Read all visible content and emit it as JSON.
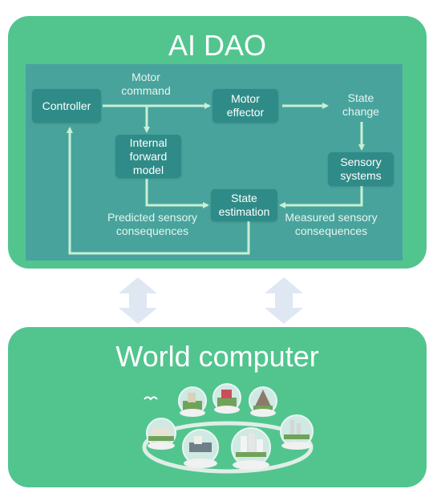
{
  "ai_dao": {
    "title": "AI DAO",
    "nodes": {
      "controller": "Controller",
      "motor_effector": "Motor effector",
      "internal_forward_model": "Internal forward model",
      "sensory_systems": "Sensory systems",
      "state_estimation": "State estimation"
    },
    "labels": {
      "motor_command": "Motor command",
      "state_change": "State change",
      "predicted_sensory": "Predicted sensory consequences",
      "measured_sensory": "Measured sensory consequences"
    }
  },
  "world_computer": {
    "title": "World computer",
    "illustration": "city-globes-icon"
  },
  "colors": {
    "panel": "#52c58f",
    "diagram_bg": "#48a39d",
    "node": "#2f8b87",
    "connector": "#c7f0d3",
    "arrow": "#dfe7f3"
  }
}
